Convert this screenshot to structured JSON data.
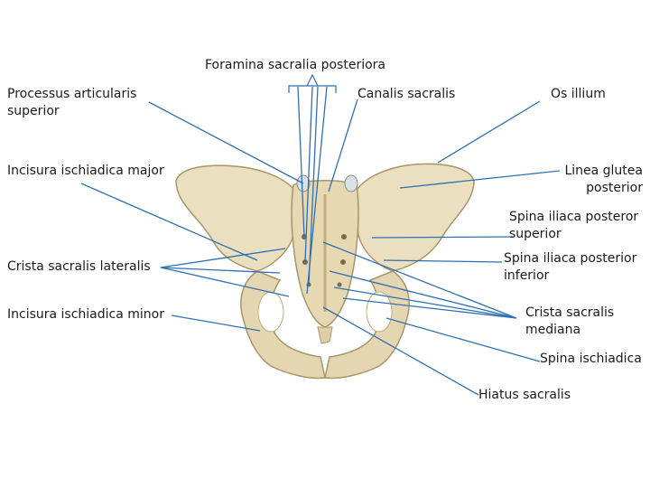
{
  "labels": {
    "foramina": "Foramina sacralia posteriora",
    "processus": "Processus  articularis\nsuperior",
    "canalis": "Canalis sacralis",
    "os_ilium": "Os illium",
    "incisura_major": "Incisura ischiadica major",
    "linea_glutea": "Linea glutea\nposterior",
    "spina_sup": "Spina iliaca posteror\nsuperior",
    "spina_inf": "Spina iliaca posterior\ninferior",
    "crista_lateralis": "Crista  sacralis lateralis",
    "incisura_minor": "Incisura ischiadica  minor",
    "crista_mediana": "Crista sacralis\nmediana",
    "spina_ischiadica": "Spina ischiadica",
    "hiatus": "Hiatus  sacralis"
  },
  "colors": {
    "leader_line": "#2f6fb3",
    "bone": "#eadfbe",
    "bone_shadow": "#cbbd93",
    "bone_dark": "#a8966a"
  }
}
